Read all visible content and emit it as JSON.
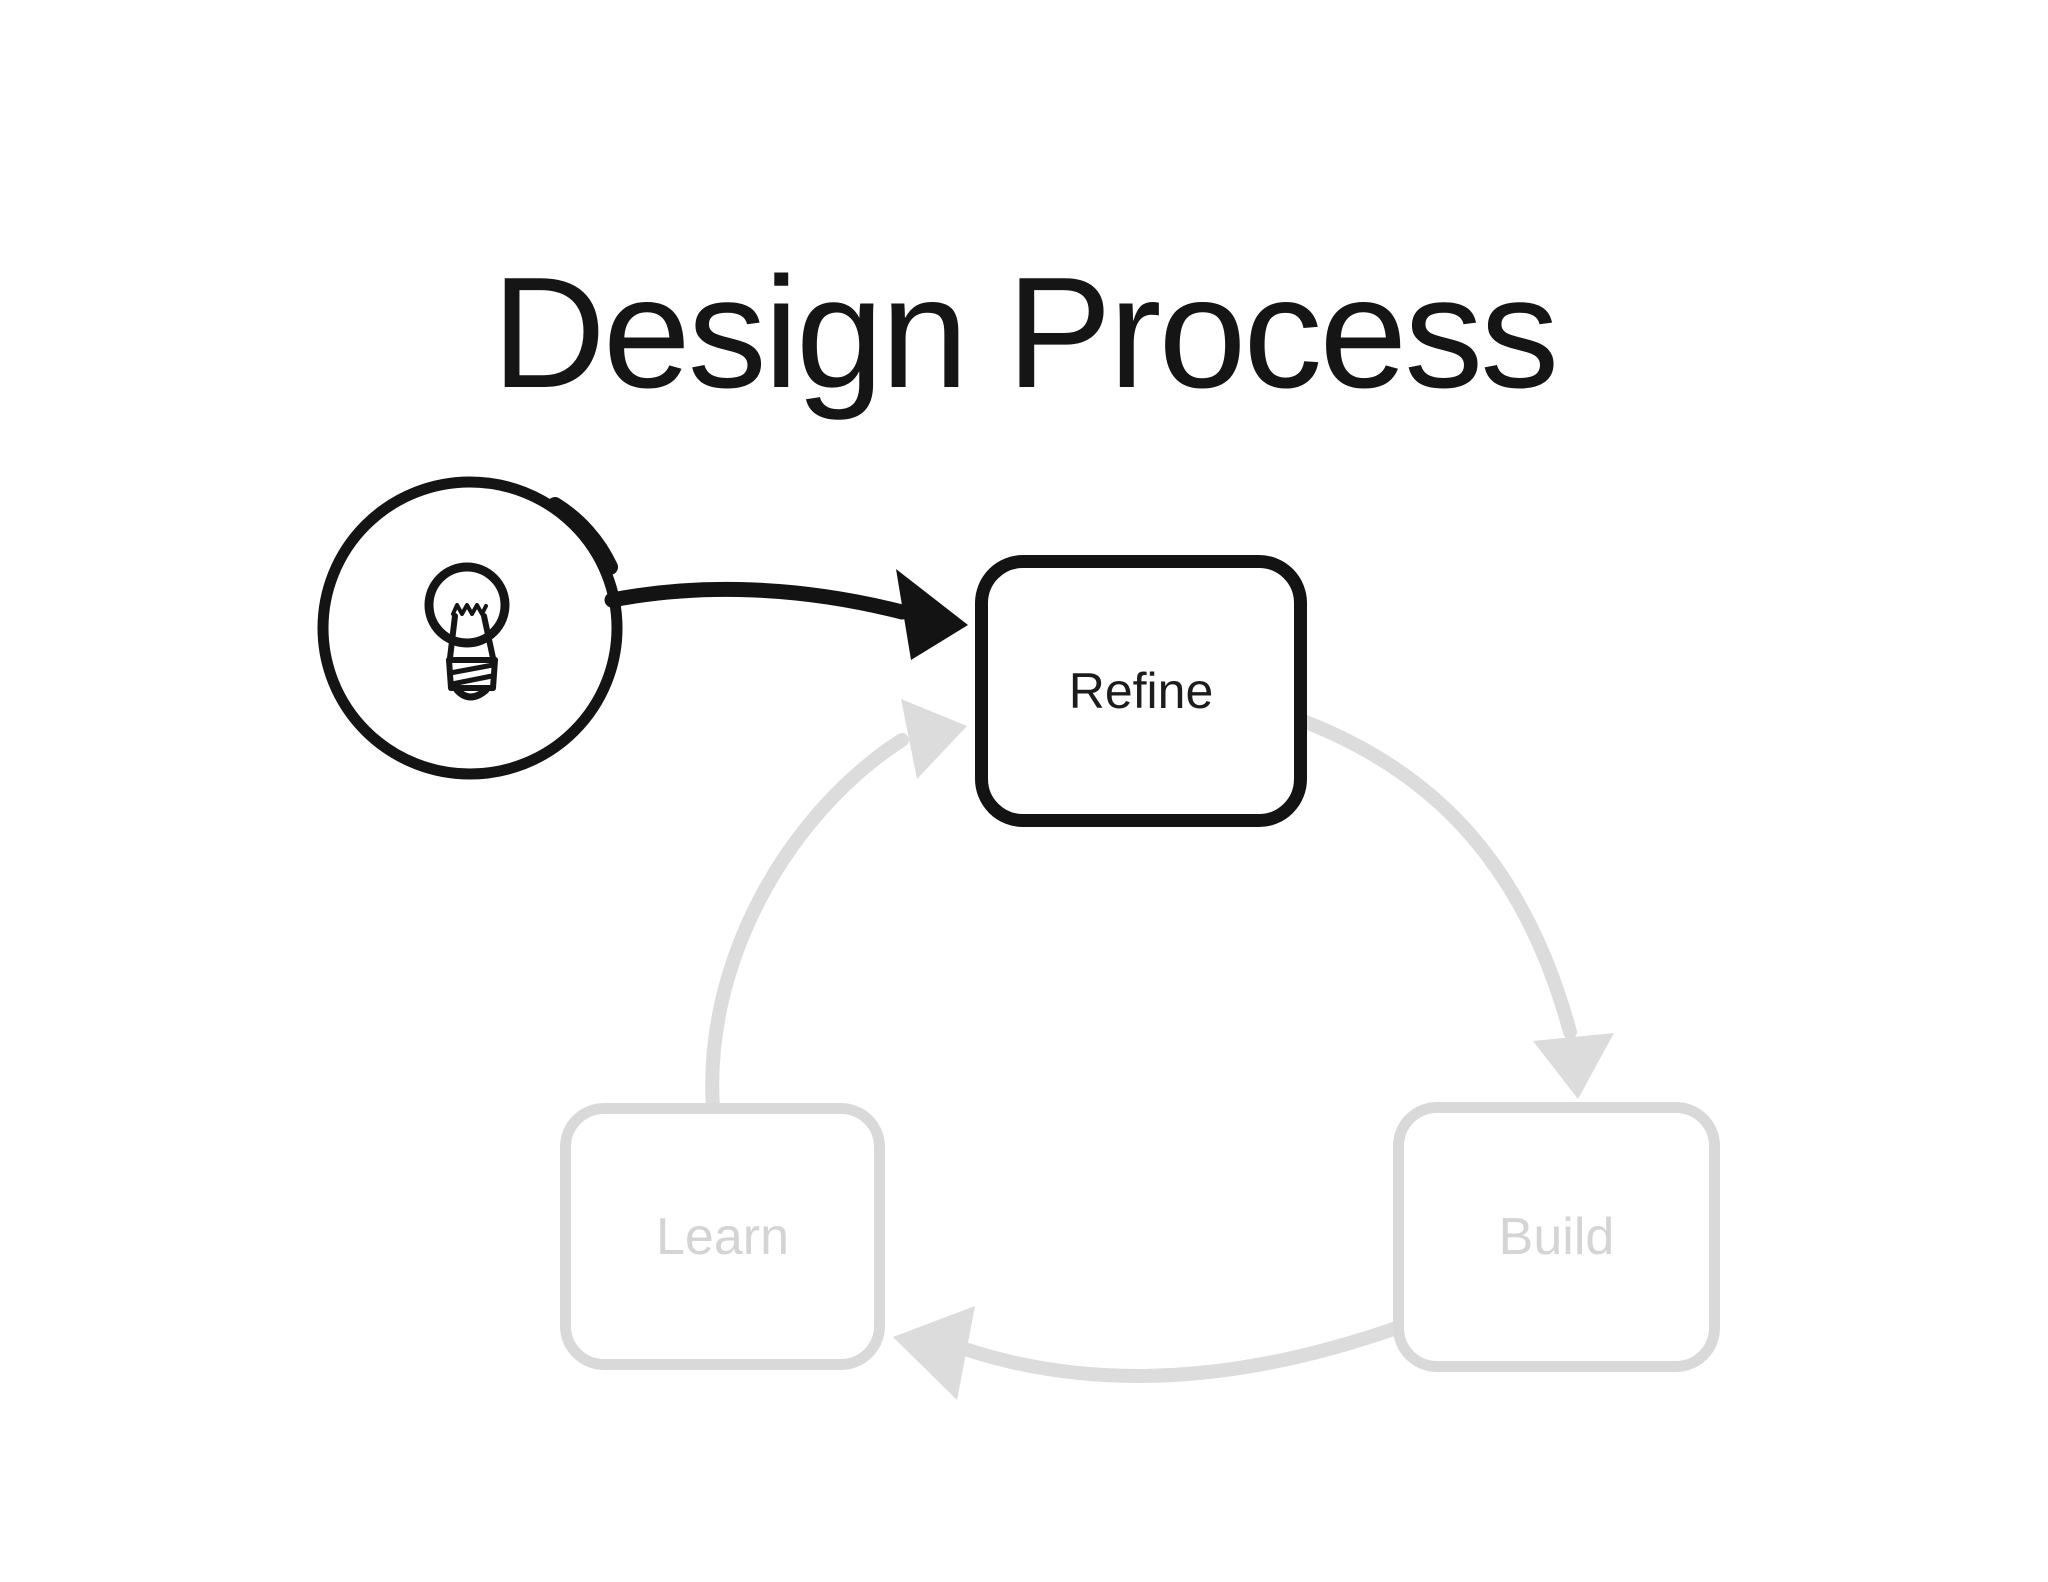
{
  "slide": {
    "title": "Design Process"
  },
  "colors": {
    "background": "#ffffff",
    "active_stroke": "#131313",
    "active_label": "#1c1c1c",
    "inactive_stroke": "#d9d9d9",
    "inactive_label": "#d4d4d4"
  },
  "diagram": {
    "idea": {
      "icon": "lightbulb-icon"
    },
    "nodes": [
      {
        "id": "refine",
        "label": "Refine",
        "state": "active"
      },
      {
        "id": "learn",
        "label": "Learn",
        "state": "inactive"
      },
      {
        "id": "build",
        "label": "Build",
        "state": "inactive"
      }
    ],
    "edges": [
      {
        "from": "idea",
        "to": "refine",
        "state": "active"
      },
      {
        "from": "refine",
        "to": "build",
        "state": "inactive"
      },
      {
        "from": "build",
        "to": "learn",
        "state": "inactive"
      },
      {
        "from": "learn",
        "to": "refine",
        "state": "inactive"
      }
    ]
  }
}
